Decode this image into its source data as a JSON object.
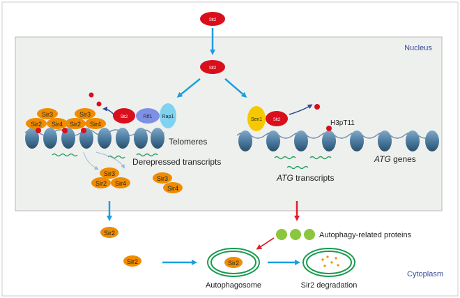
{
  "compartments": {
    "nucleus": "Nucleus",
    "cytoplasm": "Cytoplasm"
  },
  "proteins": {
    "kinase_top": "Slt2",
    "kinase_mid": "Slt2",
    "kinase_telomere": "Slt2",
    "kinase_atg": "Slt2",
    "rif1": "Rif1",
    "rap1": "Rap1",
    "sen1": "Sen1"
  },
  "sir_complex_left": {
    "row1": [
      "Sir3",
      "Sir3"
    ],
    "row2": [
      "Sir2",
      "Sir4",
      "Sir2",
      "Sir4"
    ]
  },
  "sir_released": {
    "sir3": "Sir3",
    "sir2": "Sir2",
    "sir4": "Sir4"
  },
  "sir_pair": {
    "sir3": "Sir3",
    "sir4": "Sir4"
  },
  "sir2_labels": {
    "exported": "Sir2",
    "cytoplasm": "Sir2",
    "autophagosome": "Sir2"
  },
  "labels": {
    "telomeres": "Telomeres",
    "derepressed": "Derepressed transcripts",
    "h3pt11": "H3pT11",
    "atg_genes_italic": "ATG",
    "atg_genes_rest": " genes",
    "atg_transcripts_italic": "ATG",
    "atg_transcripts_rest": " transcripts",
    "autophagy_proteins": "Autophagy-related proteins",
    "autophagosome": "Autophagosome",
    "degradation": "Sir2 degradation"
  },
  "colors": {
    "nucleus_fill": "#eef0ee",
    "kinase_red": "#d90f1c",
    "sir_orange": "#f08c00",
    "rif1_blue": "#7e8fe6",
    "rap1_cyan": "#7fd3f0",
    "sen1_yellow": "#f5c800",
    "arrow_blue": "#1a9fe0",
    "arrow_red": "#e0202a",
    "membrane_green": "#1a9a50",
    "green_ball": "#8cc63f",
    "nucleosome": "#4d7ca0",
    "label_navy": "#3a4a9a"
  }
}
